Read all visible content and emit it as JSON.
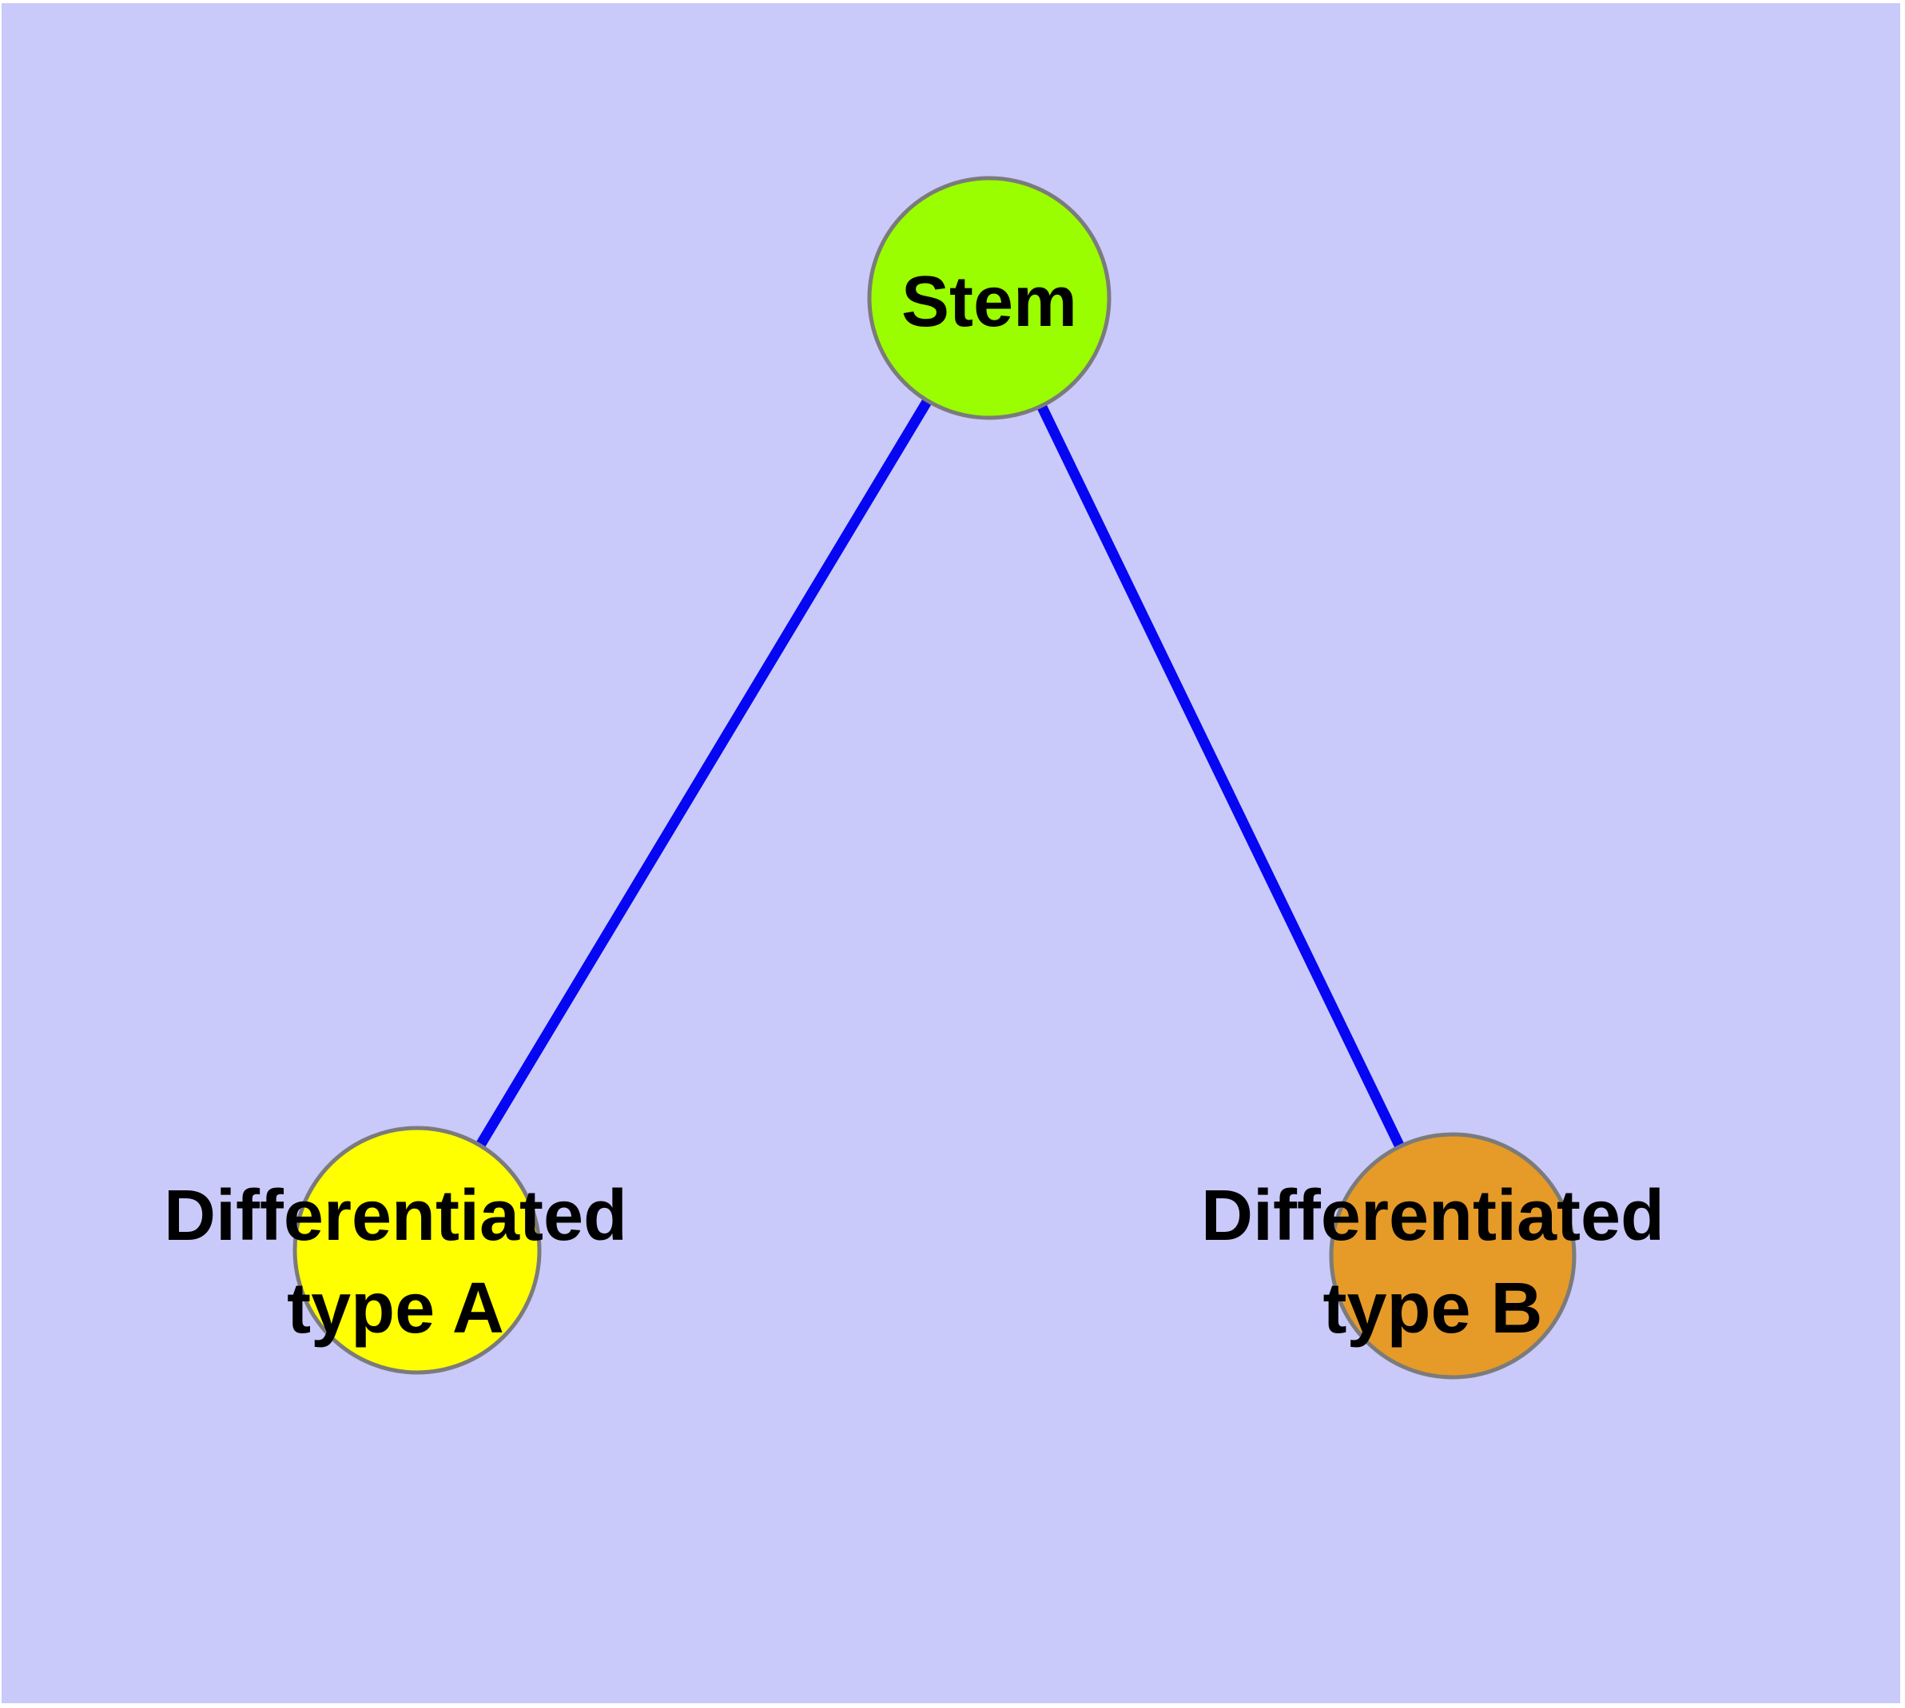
{
  "diagram": {
    "background_color": "#C9C9FA",
    "frame_color": "#FFFFFF",
    "edge_color": "#0606F2",
    "node_border_color": "#7B7B7B",
    "label_color": "#000000",
    "nodes": {
      "stem": {
        "label": "Stem",
        "fill": "#9AFE00"
      },
      "typeA": {
        "label": "Differentiated type A",
        "label_line1": "Differentiated",
        "label_line2": "type A",
        "fill": "#FFFF00"
      },
      "typeB": {
        "label": "Differentiated type B",
        "label_line1": "Differentiated",
        "label_line2": "type B",
        "fill": "#E69A28"
      }
    },
    "edges": [
      {
        "from": "Stem",
        "to": "Differentiated type A"
      },
      {
        "from": "Stem",
        "to": "Differentiated type B"
      }
    ]
  }
}
